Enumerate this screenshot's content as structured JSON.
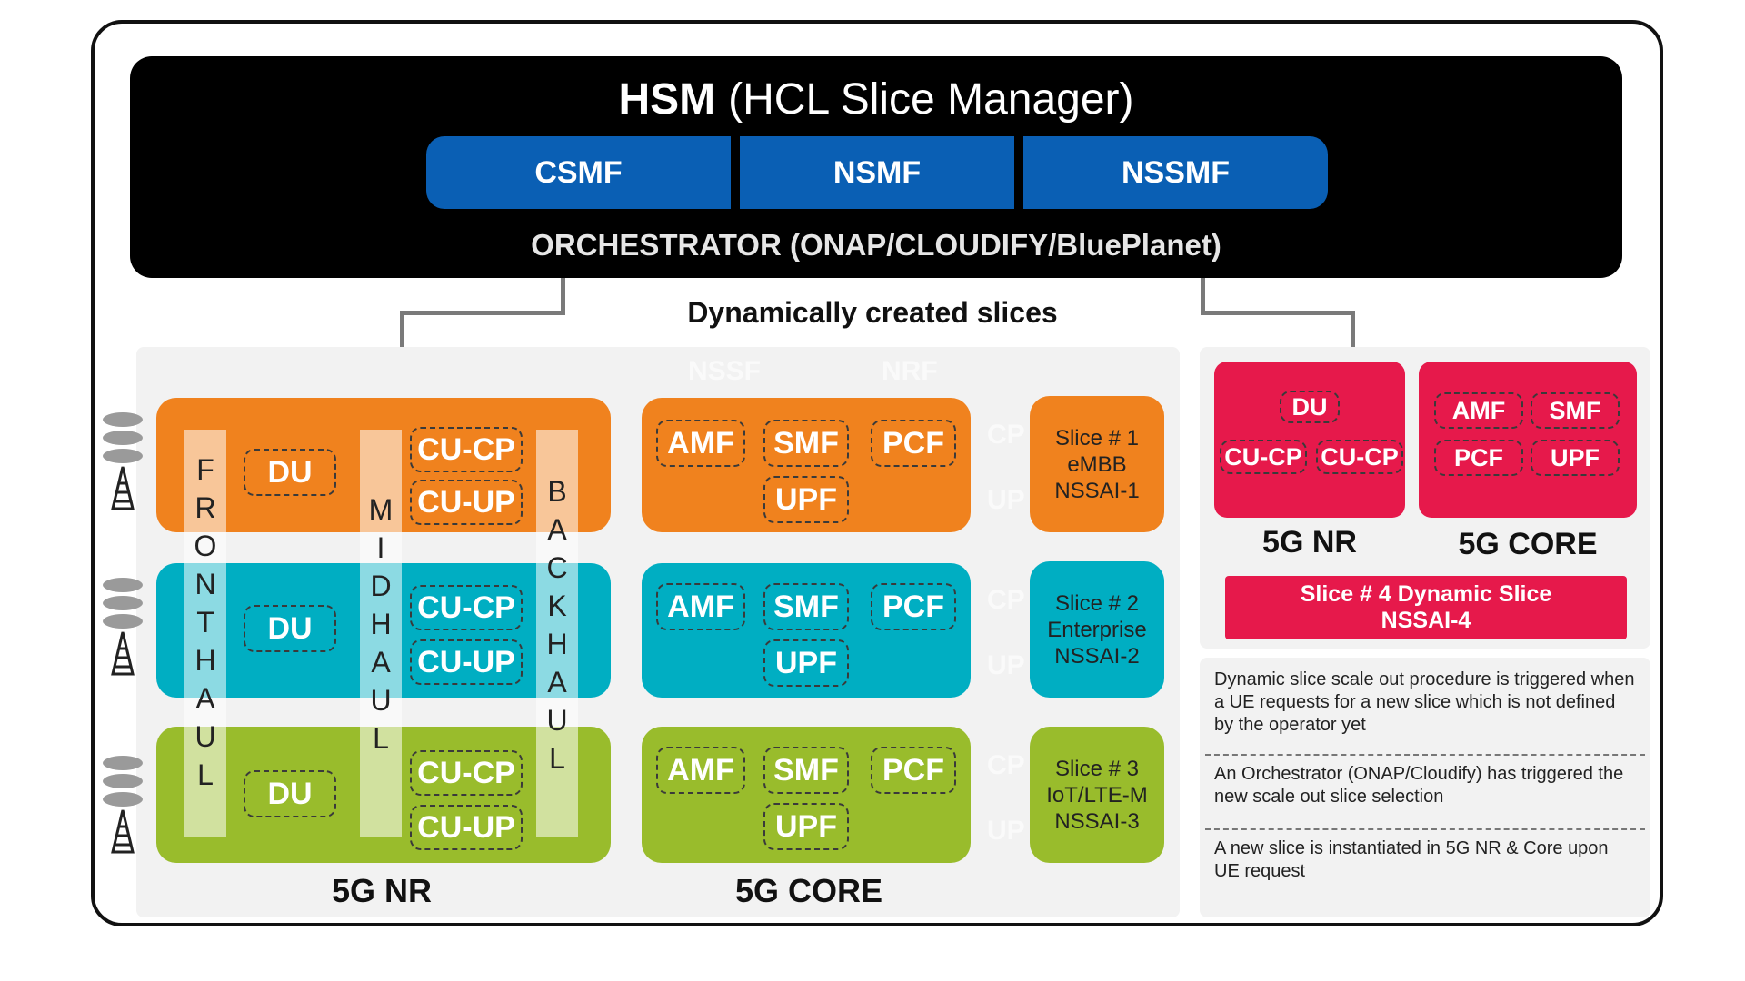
{
  "hsm": {
    "title_bold": "HSM",
    "title_rest": "(HCL Slice Manager)",
    "functions": [
      "CSMF",
      "NSMF",
      "NSSMF"
    ],
    "orchestrator": "ORCHESTRATOR (ONAP/CLOUDIFY/BluePlanet)"
  },
  "dynamic_title": "Dynamically created slices",
  "transport": {
    "fronthaul": [
      "F",
      "R",
      "O",
      "N",
      "T",
      "H",
      "A",
      "U",
      "L"
    ],
    "midhaul": [
      "M",
      "I",
      "D",
      "H",
      "A",
      "U",
      "L"
    ],
    "backhaul": [
      "B",
      "A",
      "C",
      "K",
      "H",
      "A",
      "U",
      "L"
    ]
  },
  "ghost_labels": {
    "nssf": "NSSF",
    "nrf": "NRF",
    "cp": "CP",
    "up": "UP"
  },
  "ran_functions": {
    "du": "DU",
    "cucp": "CU-CP",
    "cuup": "CU-UP"
  },
  "core_functions": {
    "amf": "AMF",
    "smf": "SMF",
    "pcf": "PCF",
    "upf": "UPF"
  },
  "slices": [
    {
      "line1": "Slice # 1",
      "line2": "eMBB",
      "line3": "NSSAI-1"
    },
    {
      "line1": "Slice # 2",
      "line2": "Enterprise",
      "line3": "NSSAI-2"
    },
    {
      "line1": "Slice # 3",
      "line2": "IoT/LTE-M",
      "line3": "NSSAI-3"
    }
  ],
  "section_titles": {
    "nr": "5G NR",
    "core": "5G CORE"
  },
  "dynamic_slice": {
    "du": "DU",
    "cucp1": "CU-CP",
    "cucp2": "CU-CP",
    "amf": "AMF",
    "smf": "SMF",
    "pcf": "PCF",
    "upf": "UPF",
    "nr_title": "5G NR",
    "core_title": "5G CORE",
    "banner_line1": "Slice # 4 Dynamic Slice",
    "banner_line2": "NSSAI-4"
  },
  "info": [
    "Dynamic slice scale out procedure is triggered when a UE requests for a new slice which is not defined by the operator yet",
    "An Orchestrator (ONAP/Cloudify) has triggered the new scale out slice selection",
    "A new slice is instantiated in 5G NR & Core upon UE request"
  ],
  "colors": {
    "slice1": "#f0821e",
    "slice2": "#00aec2",
    "slice3": "#99bc2c",
    "slice4": "#e6194b",
    "functions": "#0a5fb4"
  },
  "icons": [
    "cell-tower-icon"
  ]
}
